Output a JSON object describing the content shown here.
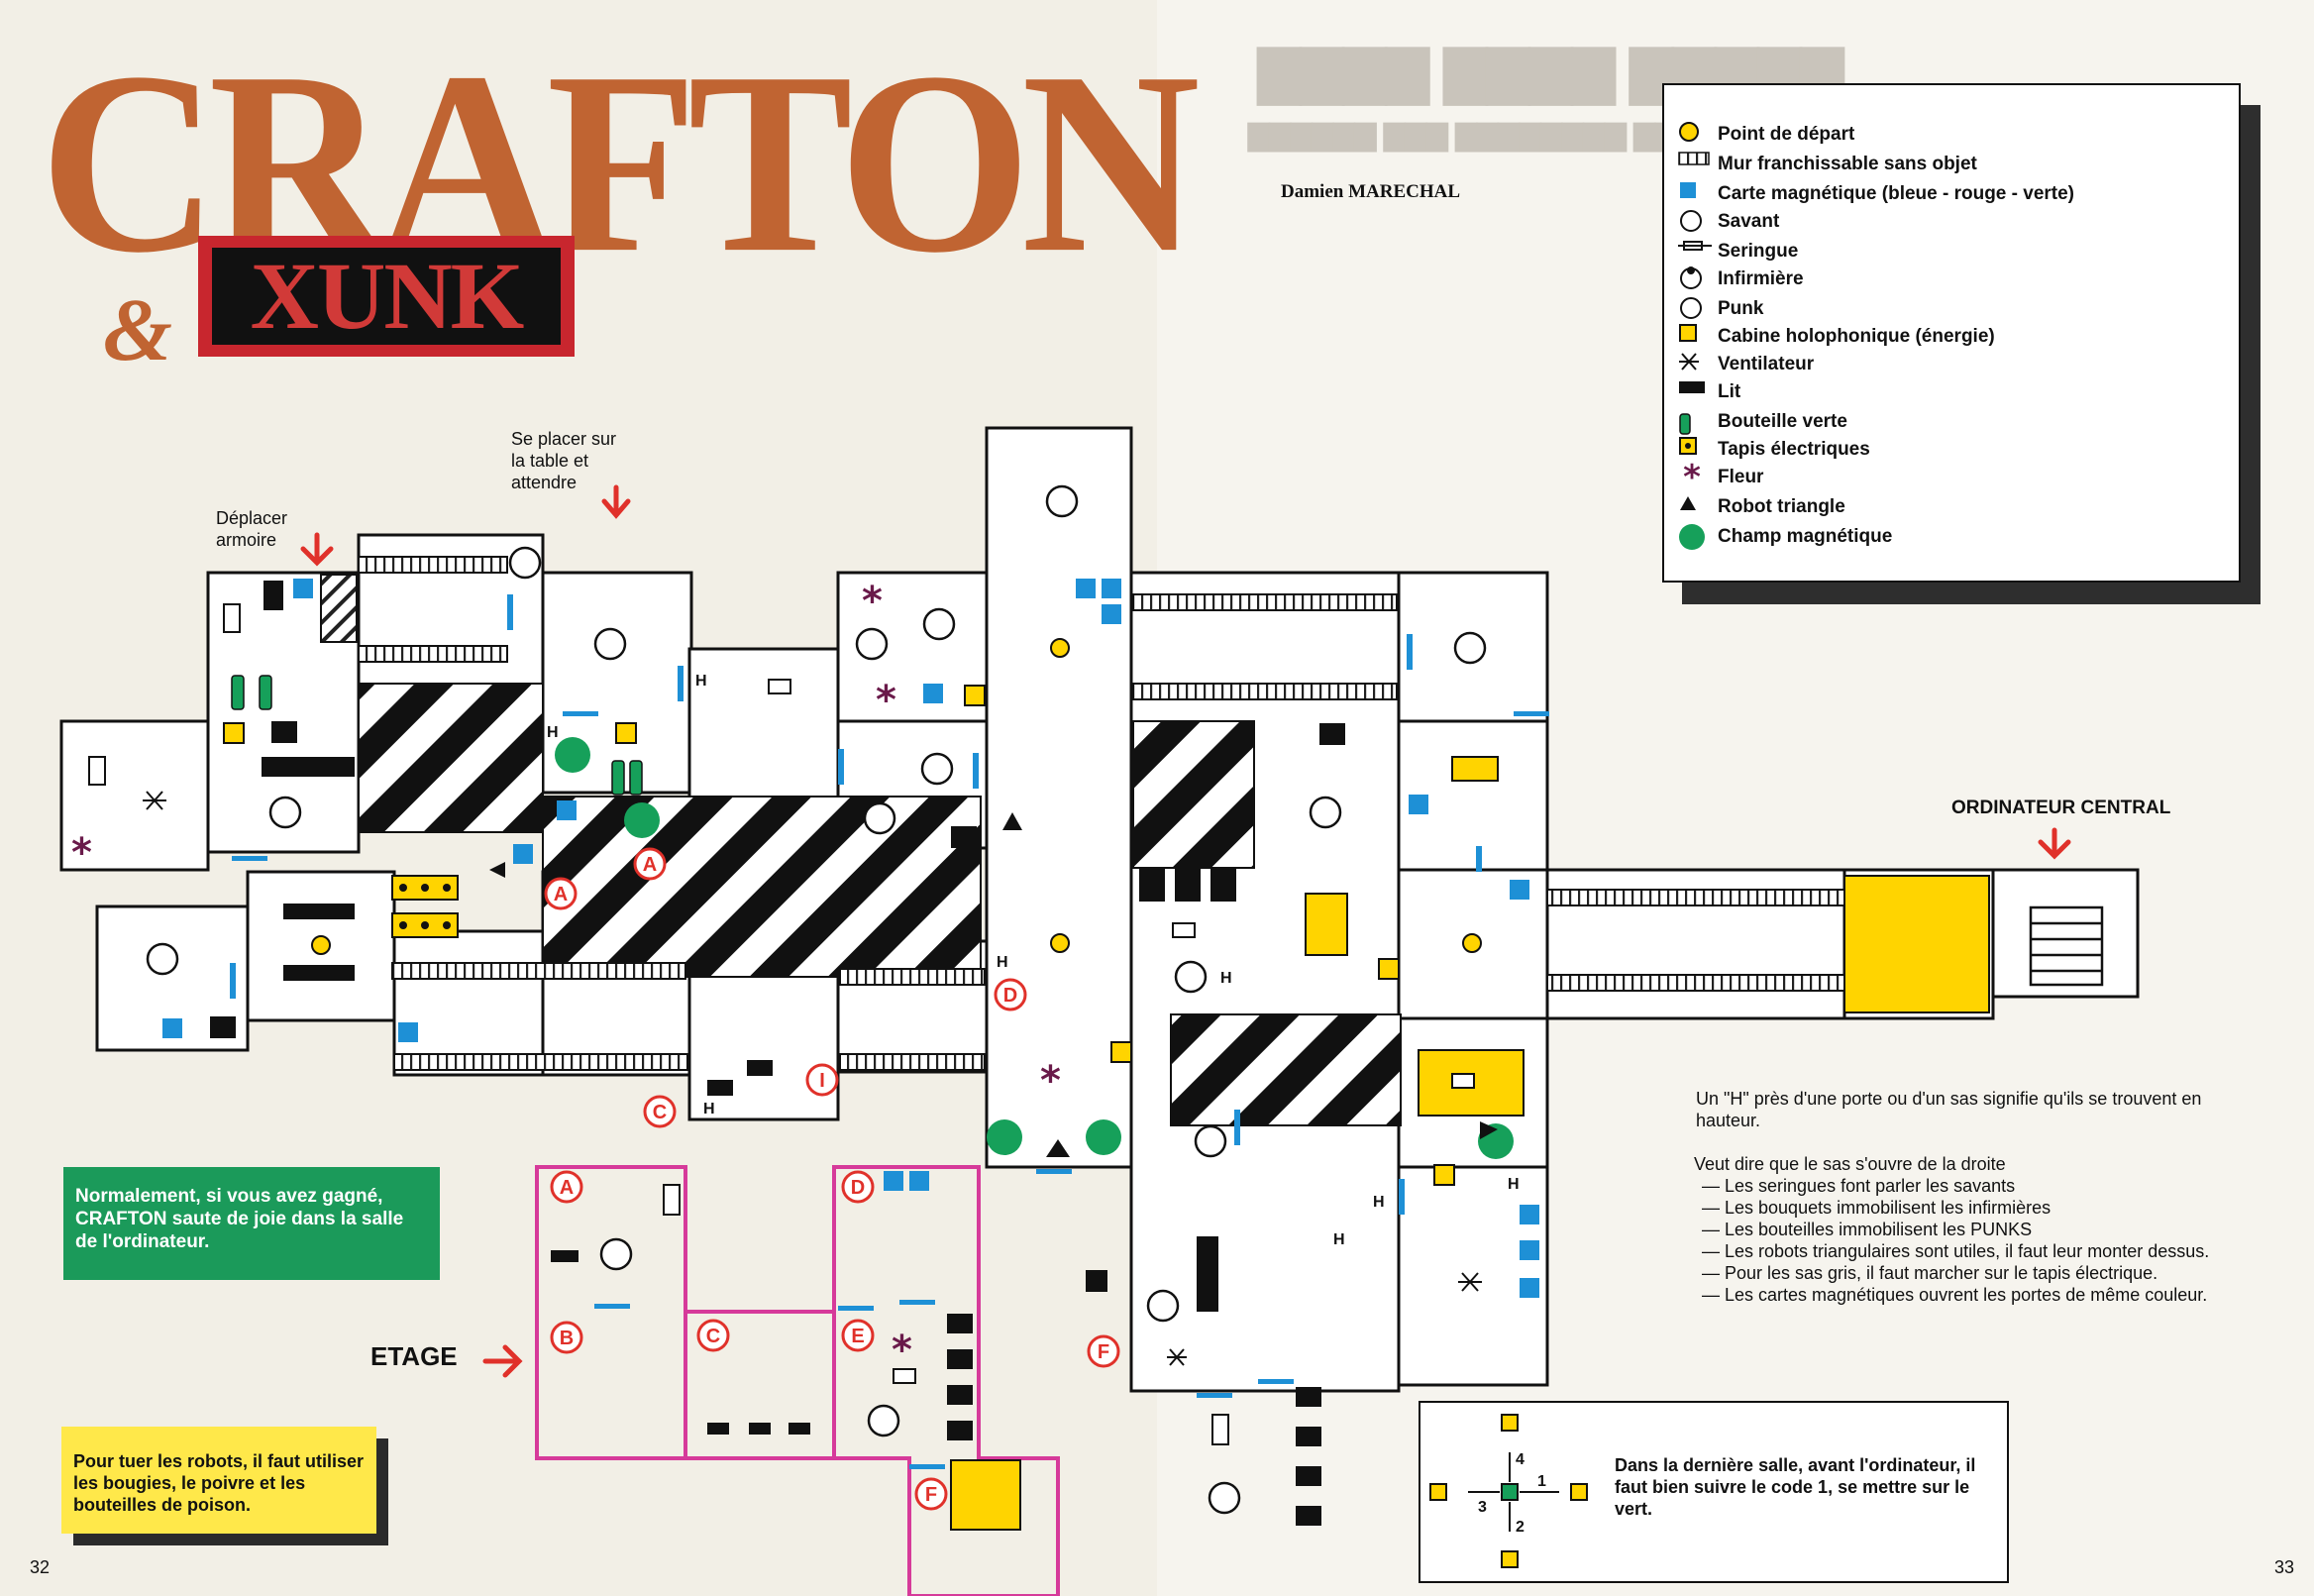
{
  "title": "CRAFTON",
  "title_amp": "&",
  "title_xunk": "XUNK",
  "author": "Damien MARECHAL",
  "annotations": {
    "se_placer_1": "Se placer sur",
    "se_placer_2": "la table et",
    "se_placer_3": "attendre",
    "deplacer_1": "Déplacer",
    "deplacer_2": "armoire",
    "ordinateur": "ORDINATEUR CENTRAL",
    "etage": "ETAGE"
  },
  "green_note": "Normalement, si vous avez gagné, CRAFTON saute de joie dans la salle de l'ordinateur.",
  "yellow_note": "Pour tuer les robots, il faut utiliser les bougies, le poivre et les bouteilles de poison.",
  "h_note": "Un \"H\" près d'une porte ou d'un sas signifie qu'ils se trouvent en hauteur.",
  "sas_notes": [
    "Veut dire que le sas s'ouvre de la droite",
    "— Les seringues font parler les savants",
    "— Les bouquets immobilisent les infirmières",
    "— Les bouteilles immobilisent les PUNKS",
    "— Les robots triangulaires sont utiles, il faut leur monter dessus.",
    "— Pour les sas gris, il faut marcher sur le tapis électrique.",
    "— Les cartes magnétiques ouvrent les portes de même couleur."
  ],
  "code_note": "Dans la dernière salle, avant l'ordinateur, il faut bien suivre le code 1, se mettre sur le vert.",
  "code_numbers": [
    "4",
    "1",
    "3",
    "2"
  ],
  "legend": [
    {
      "icon": "start-icon",
      "label": "Point de départ"
    },
    {
      "icon": "wall-icon",
      "label": "Mur franchissable sans objet"
    },
    {
      "icon": "card-icon",
      "label": "Carte magnétique (bleue - rouge - verte)"
    },
    {
      "icon": "scientist-icon",
      "label": "Savant"
    },
    {
      "icon": "syringe-icon",
      "label": "Seringue"
    },
    {
      "icon": "nurse-icon",
      "label": "Infirmière"
    },
    {
      "icon": "punk-icon",
      "label": "Punk"
    },
    {
      "icon": "booth-icon",
      "label": "Cabine holophonique (énergie)"
    },
    {
      "icon": "fan-icon",
      "label": "Ventilateur"
    },
    {
      "icon": "bed-icon",
      "label": "Lit"
    },
    {
      "icon": "bottle-icon",
      "label": "Bouteille verte"
    },
    {
      "icon": "mat-icon",
      "label": "Tapis électriques"
    },
    {
      "icon": "flower-icon",
      "label": "Fleur"
    },
    {
      "icon": "robot-icon",
      "label": "Robot triangle"
    },
    {
      "icon": "field-icon",
      "label": "Champ magnétique"
    }
  ],
  "door_letters": [
    "A",
    "B",
    "C",
    "D",
    "E",
    "F",
    "I"
  ],
  "h_marker": "H",
  "page_numbers": {
    "left": "32",
    "right": "33"
  },
  "colors": {
    "title": "#c06432",
    "card": "#1e90d6",
    "field": "#16a05a",
    "flower": "#6a1a4a",
    "door_label": "#e0312a",
    "floor_outline": "#d63a9a",
    "mat": "#ffd400"
  }
}
